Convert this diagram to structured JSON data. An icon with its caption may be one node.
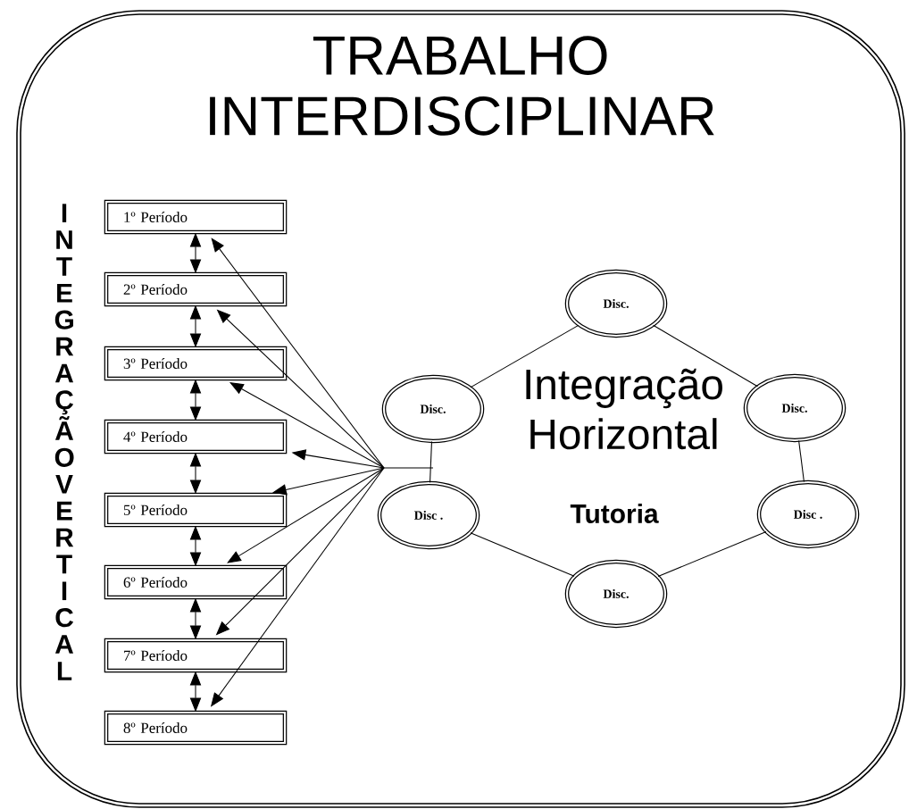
{
  "diagram": {
    "nodes": [
      {
        "text": [
          "TRABALHO INTERDISCIPLINAR"
        ]
      },
      {
        "text": [
          "1º Período"
        ],
        "in": 0
      },
      {
        "text": [
          "2º Período"
        ],
        "in": 0
      },
      {
        "text": [
          "3º Período"
        ],
        "in": 0
      },
      {
        "text": [
          "4º Período"
        ],
        "in": 0
      },
      {
        "text": [
          "5º Período"
        ],
        "in": 0
      },
      {
        "text": [
          "6º Período"
        ],
        "in": 0
      },
      {
        "text": [
          "7º Período"
        ],
        "in": 0
      },
      {
        "text": [
          "8º Período"
        ],
        "in": 0
      },
      {
        "text": [
          "Disc."
        ],
        "in": 0
      },
      {
        "text": [
          "Disc."
        ],
        "in": 0
      },
      {
        "text": [
          "Disc."
        ],
        "in": 0
      },
      {
        "text": [
          "Disc ."
        ],
        "in": 0
      },
      {
        "text": [
          "Disc ."
        ],
        "in": 0
      },
      {
        "text": [
          "Disc."
        ],
        "in": 0
      }
    ],
    "edges": [
      {
        "from": 1,
        "to": 2,
        "arrow": "both"
      },
      {
        "from": 2,
        "to": 3,
        "arrow": "both"
      },
      {
        "from": 3,
        "to": 4,
        "arrow": "both"
      },
      {
        "from": 4,
        "to": 5,
        "arrow": "both"
      },
      {
        "from": 5,
        "to": 6,
        "arrow": "both"
      },
      {
        "from": 6,
        "to": 7,
        "arrow": "both"
      },
      {
        "from": 7,
        "to": 8,
        "arrow": "both"
      },
      {
        "from": null,
        "to": 1,
        "arrow": "to"
      },
      {
        "from": null,
        "to": 2,
        "arrow": "to"
      },
      {
        "from": null,
        "to": 3,
        "arrow": "to"
      },
      {
        "from": null,
        "to": 4,
        "arrow": "to"
      },
      {
        "from": null,
        "to": 5,
        "arrow": "to"
      },
      {
        "from": null,
        "to": 6,
        "arrow": "to"
      },
      {
        "from": null,
        "to": 7,
        "arrow": "to"
      },
      {
        "from": null,
        "to": 8,
        "arrow": "to"
      },
      {
        "from": 9,
        "to": 10,
        "arrow": "none"
      },
      {
        "from": 9,
        "to": 11,
        "arrow": "none"
      },
      {
        "from": 10,
        "to": 12,
        "arrow": "none"
      },
      {
        "from": 11,
        "to": 13,
        "arrow": "none"
      },
      {
        "from": 12,
        "to": 14,
        "arrow": "none"
      },
      {
        "from": 13,
        "to": 14,
        "arrow": "none"
      }
    ],
    "labels": [
      "INTEGRAÇÃO VERTICAL",
      "Integração Horizontal",
      "Tutoria"
    ]
  }
}
